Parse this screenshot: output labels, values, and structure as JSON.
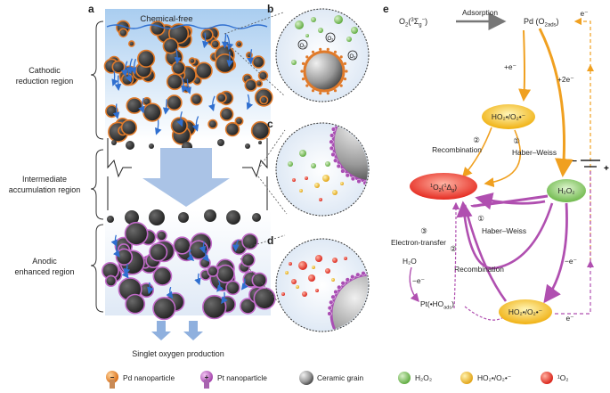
{
  "panels": {
    "a": "a",
    "b": "b",
    "c": "c",
    "d": "d",
    "e": "e"
  },
  "panel_a": {
    "top_label": "Chemical-free",
    "regions": [
      {
        "line1": "Cathodic",
        "line2": "reduction region"
      },
      {
        "line1": "Intermediate",
        "line2": "accumulation region"
      },
      {
        "line1": "Anodic",
        "line2": "enhanced region"
      }
    ],
    "bottom_label": "Singlet oxygen production"
  },
  "panel_b": {
    "labels": [
      "O₂",
      "O₂",
      "O₂"
    ]
  },
  "panel_e": {
    "o2": {
      "main": "O",
      "sub": "2",
      "rest": "(",
      "sup": "3",
      "sigma": "Σ",
      "sigsub": "g",
      "sigsup": "−",
      "close": ")"
    },
    "adsorption": "Adsorption",
    "pd": {
      "main": "Pd (O",
      "sub": "2ads",
      "close": ")"
    },
    "e_minus": "e⁻",
    "plus_e": "+e⁻",
    "plus_2e": "+2e⁻",
    "ho2_upper": "HO₂•/O₂•⁻",
    "circle_2": "②",
    "circle_1": "①",
    "circle_3": "③",
    "recombination": "Recombination",
    "haber_weiss": "Haber–Weiss",
    "singlet": {
      "a": "O",
      "b": "2",
      "c": "(",
      "d": "1",
      "e": "Δ",
      "f": "g",
      "g": ")",
      "sup1": "1"
    },
    "h2o2": "H₂O₂",
    "electron_transfer": "Electron-transfer",
    "h2o": "H₂O",
    "minus_e": "−e⁻",
    "pt": {
      "main": "Pt(•HO",
      "sub": "ads",
      "close": ")"
    },
    "ho2_lower": "HO₂•/O₂•⁻",
    "battery_minus": "−",
    "battery_plus": "+"
  },
  "legend": [
    {
      "label": "Pd nanoparticle",
      "symbol": "−",
      "color": "#e07a2a"
    },
    {
      "label": "Pt nanoparticle",
      "symbol": "+",
      "color": "#b34fb8"
    },
    {
      "label": "Ceramic grain",
      "color": "#6e6e6e"
    },
    {
      "label": "H₂O₂",
      "color": "#7cc35a"
    },
    {
      "label": "HO₂•/O₂•⁻",
      "color": "#f2b51c"
    },
    {
      "label": "¹O₂",
      "color": "#e8312a"
    }
  ],
  "colors": {
    "orange": "#f0a020",
    "purple": "#b04fb0",
    "blue": "#2f6fd0",
    "grain": "#3c3c3c",
    "pd": "#e07a2a",
    "pt": "#a94fb4",
    "h2o2": "#7cc35a",
    "ho2": "#f2b51c",
    "singlet": "#e8312a"
  }
}
